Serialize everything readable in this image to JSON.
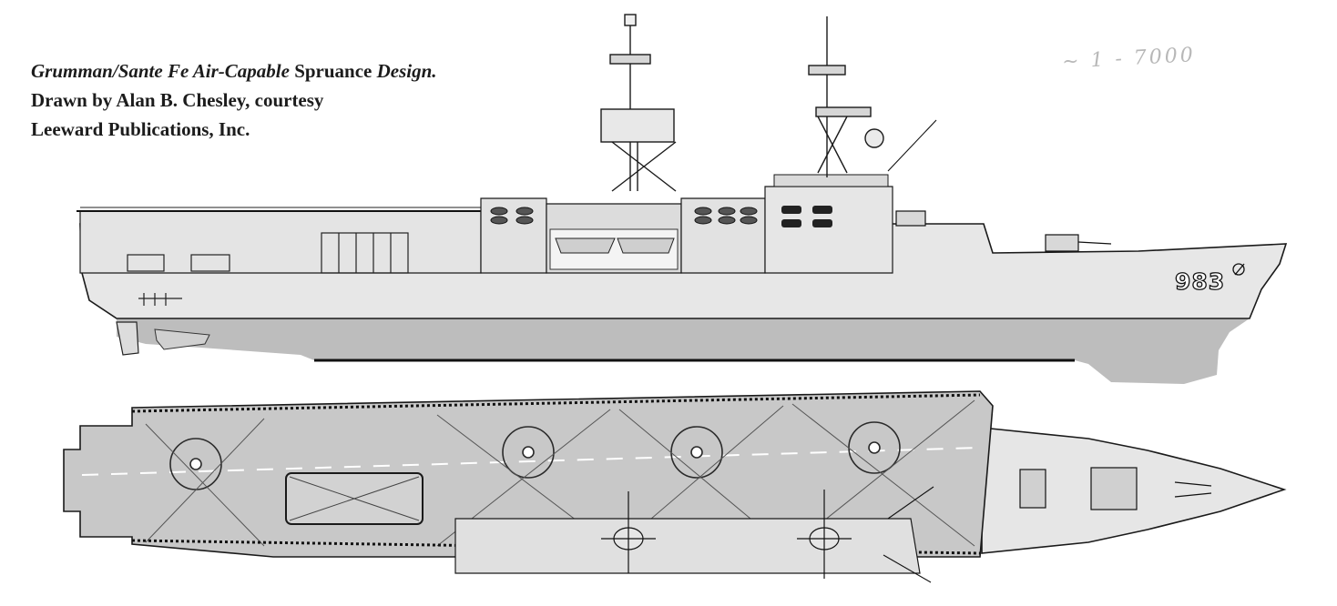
{
  "caption": {
    "line1_italic_a": "Grumman/Sante Fe Air-Capable",
    "line1_plain": "Spruance",
    "line1_italic_b": "Design.",
    "line2": "Drawn by Alan B. Chesley, courtesy",
    "line3": "Leeward Publications, Inc."
  },
  "hull_number": "983",
  "handwritten_note": "~ 1 - 7000",
  "colors": {
    "hull_light": "#e7e7e7",
    "underwater": "#bdbdbd",
    "deck": "#c8c8c8",
    "outline": "#1a1a1a"
  },
  "views": [
    {
      "id": "side-profile",
      "description_visible": false
    },
    {
      "id": "plan-view",
      "description_visible": false
    }
  ]
}
